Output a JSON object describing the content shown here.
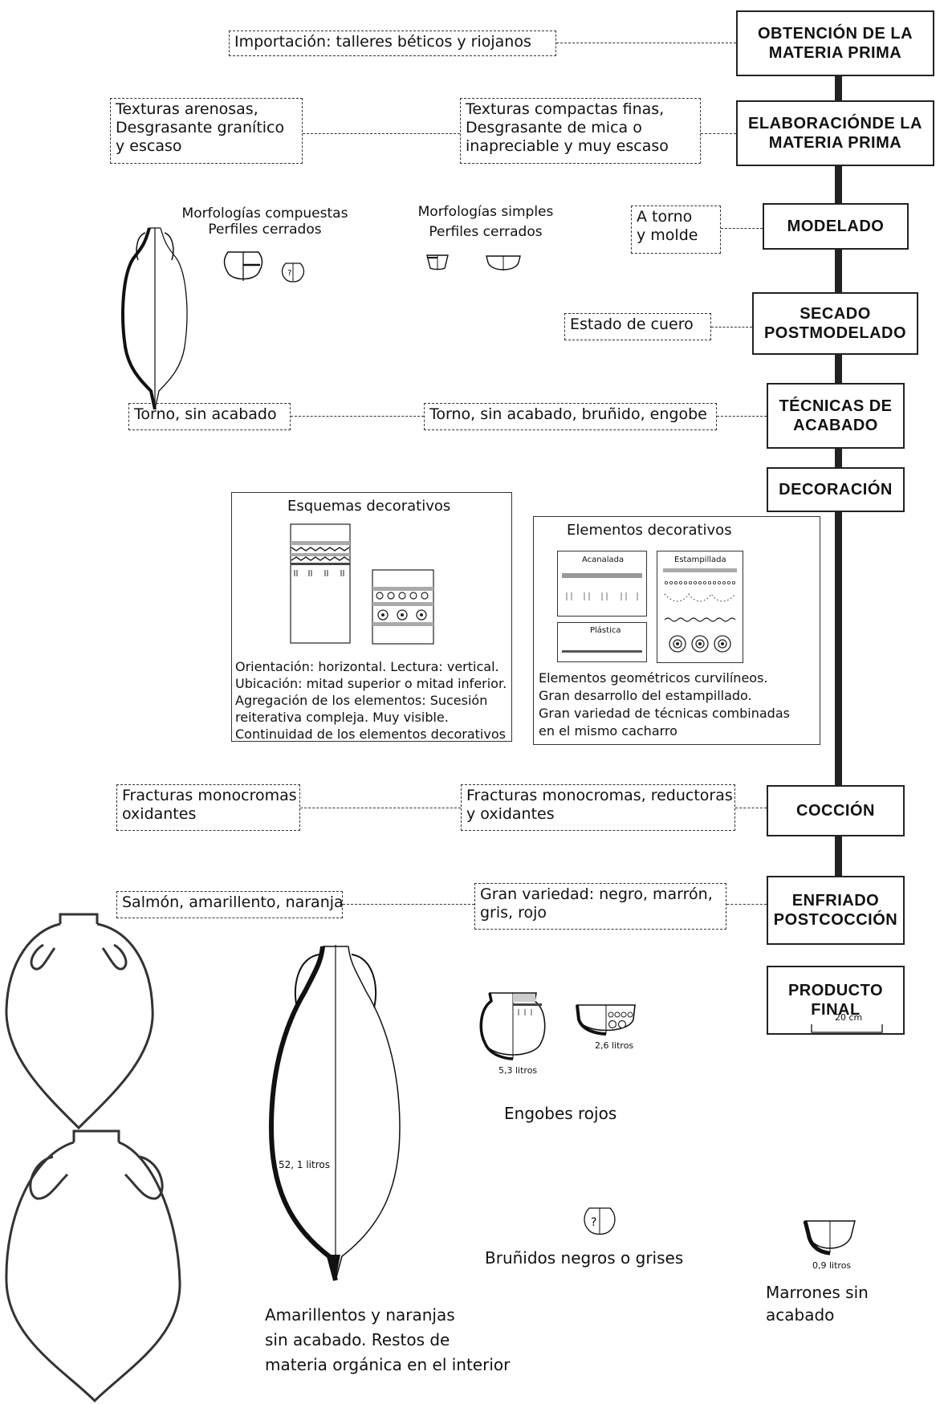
{
  "stages": [
    {
      "id": "obtencion",
      "lines": [
        "OBTENCIÓN DE LA",
        "MATERIA PRIMA"
      ]
    },
    {
      "id": "elaboracion",
      "lines": [
        "ELABORACIÓNDE LA",
        "MATERIA PRIMA"
      ]
    },
    {
      "id": "modelado",
      "lines": [
        "MODELADO"
      ]
    },
    {
      "id": "secado",
      "lines": [
        "SECADO",
        "POSTMODELADO"
      ]
    },
    {
      "id": "tecnicas",
      "lines": [
        "TÉCNICAS DE",
        "ACABADO"
      ]
    },
    {
      "id": "decoracion",
      "lines": [
        "DECORACIÓN"
      ]
    },
    {
      "id": "coccion",
      "lines": [
        "COCCIÓN"
      ]
    },
    {
      "id": "enfriado",
      "lines": [
        "ENFRIADO",
        "POSTCOCCIÓN"
      ]
    },
    {
      "id": "producto",
      "lines": [
        "PRODUCTO",
        "FINAL"
      ]
    }
  ],
  "notes": {
    "importacion": "Importación: talleres béticos y riojanos",
    "texturas_arenosas": [
      "Texturas arenosas,",
      "Desgrasante granítico",
      "y escaso"
    ],
    "texturas_compactas": [
      "Texturas compactas finas,",
      "Desgrasante de  mica o",
      "inapreciable y muy escaso"
    ],
    "a_torno": [
      "A torno",
      "y molde"
    ],
    "estado_cuero": "Estado de cuero",
    "torno_sin_acabado": "Torno, sin acabado",
    "torno_bruñido": "Torno, sin acabado, bruñido, engobe",
    "fracturas_oxidantes": [
      "Fracturas monocromas",
      "oxidantes"
    ],
    "fracturas_reductoras": [
      "Fracturas monocromas, reductoras",
      "y oxidantes"
    ],
    "salmon": "Salmón, amarillento, naranja",
    "gran_variedad": [
      "Gran variedad: negro, marrón,",
      "gris, rojo"
    ]
  },
  "morphology": {
    "compuestas": [
      "Morfologías compuestas",
      "Perfiles cerrados"
    ],
    "simples": [
      "Morfologías simples",
      "Perfiles cerrados"
    ]
  },
  "panels": {
    "esquemas": {
      "title": "Esquemas decorativos",
      "lines": [
        "Orientación: horizontal. Lectura: vertical.",
        "Ubicación: mitad superior o mitad inferior.",
        "Agregación de los elementos: Sucesión",
        "reiterativa compleja. Muy visible.",
        "Continuidad de los elementos decorativos"
      ]
    },
    "elementos": {
      "title": "Elementos decorativos",
      "acanalada": "Acanalada",
      "estampillada": "Estampillada",
      "plastica": "Plástica",
      "lines": [
        "Elementos geométricos curvilíneos.",
        "Gran desarrollo del estampillado.",
        "Gran variedad de técnicas combinadas",
        "en el mismo cacharro"
      ]
    }
  },
  "vessels": {
    "amphora_litres": "52, 1 litros",
    "jar_litres": "5,3 litros",
    "bowl_litres": "2,6 litros",
    "small_bowl_litres": "0,9 litros",
    "scale": "20 cm"
  },
  "captions": {
    "amarillentos": [
      "Amarillentos y naranjas",
      "sin acabado. Restos de",
      "materia orgánica en el interior"
    ],
    "engobes": "Engobes rojos",
    "brunidos": "Bruñidos negros o grises",
    "marrones": [
      "Marrones sin",
      "acabado"
    ]
  }
}
